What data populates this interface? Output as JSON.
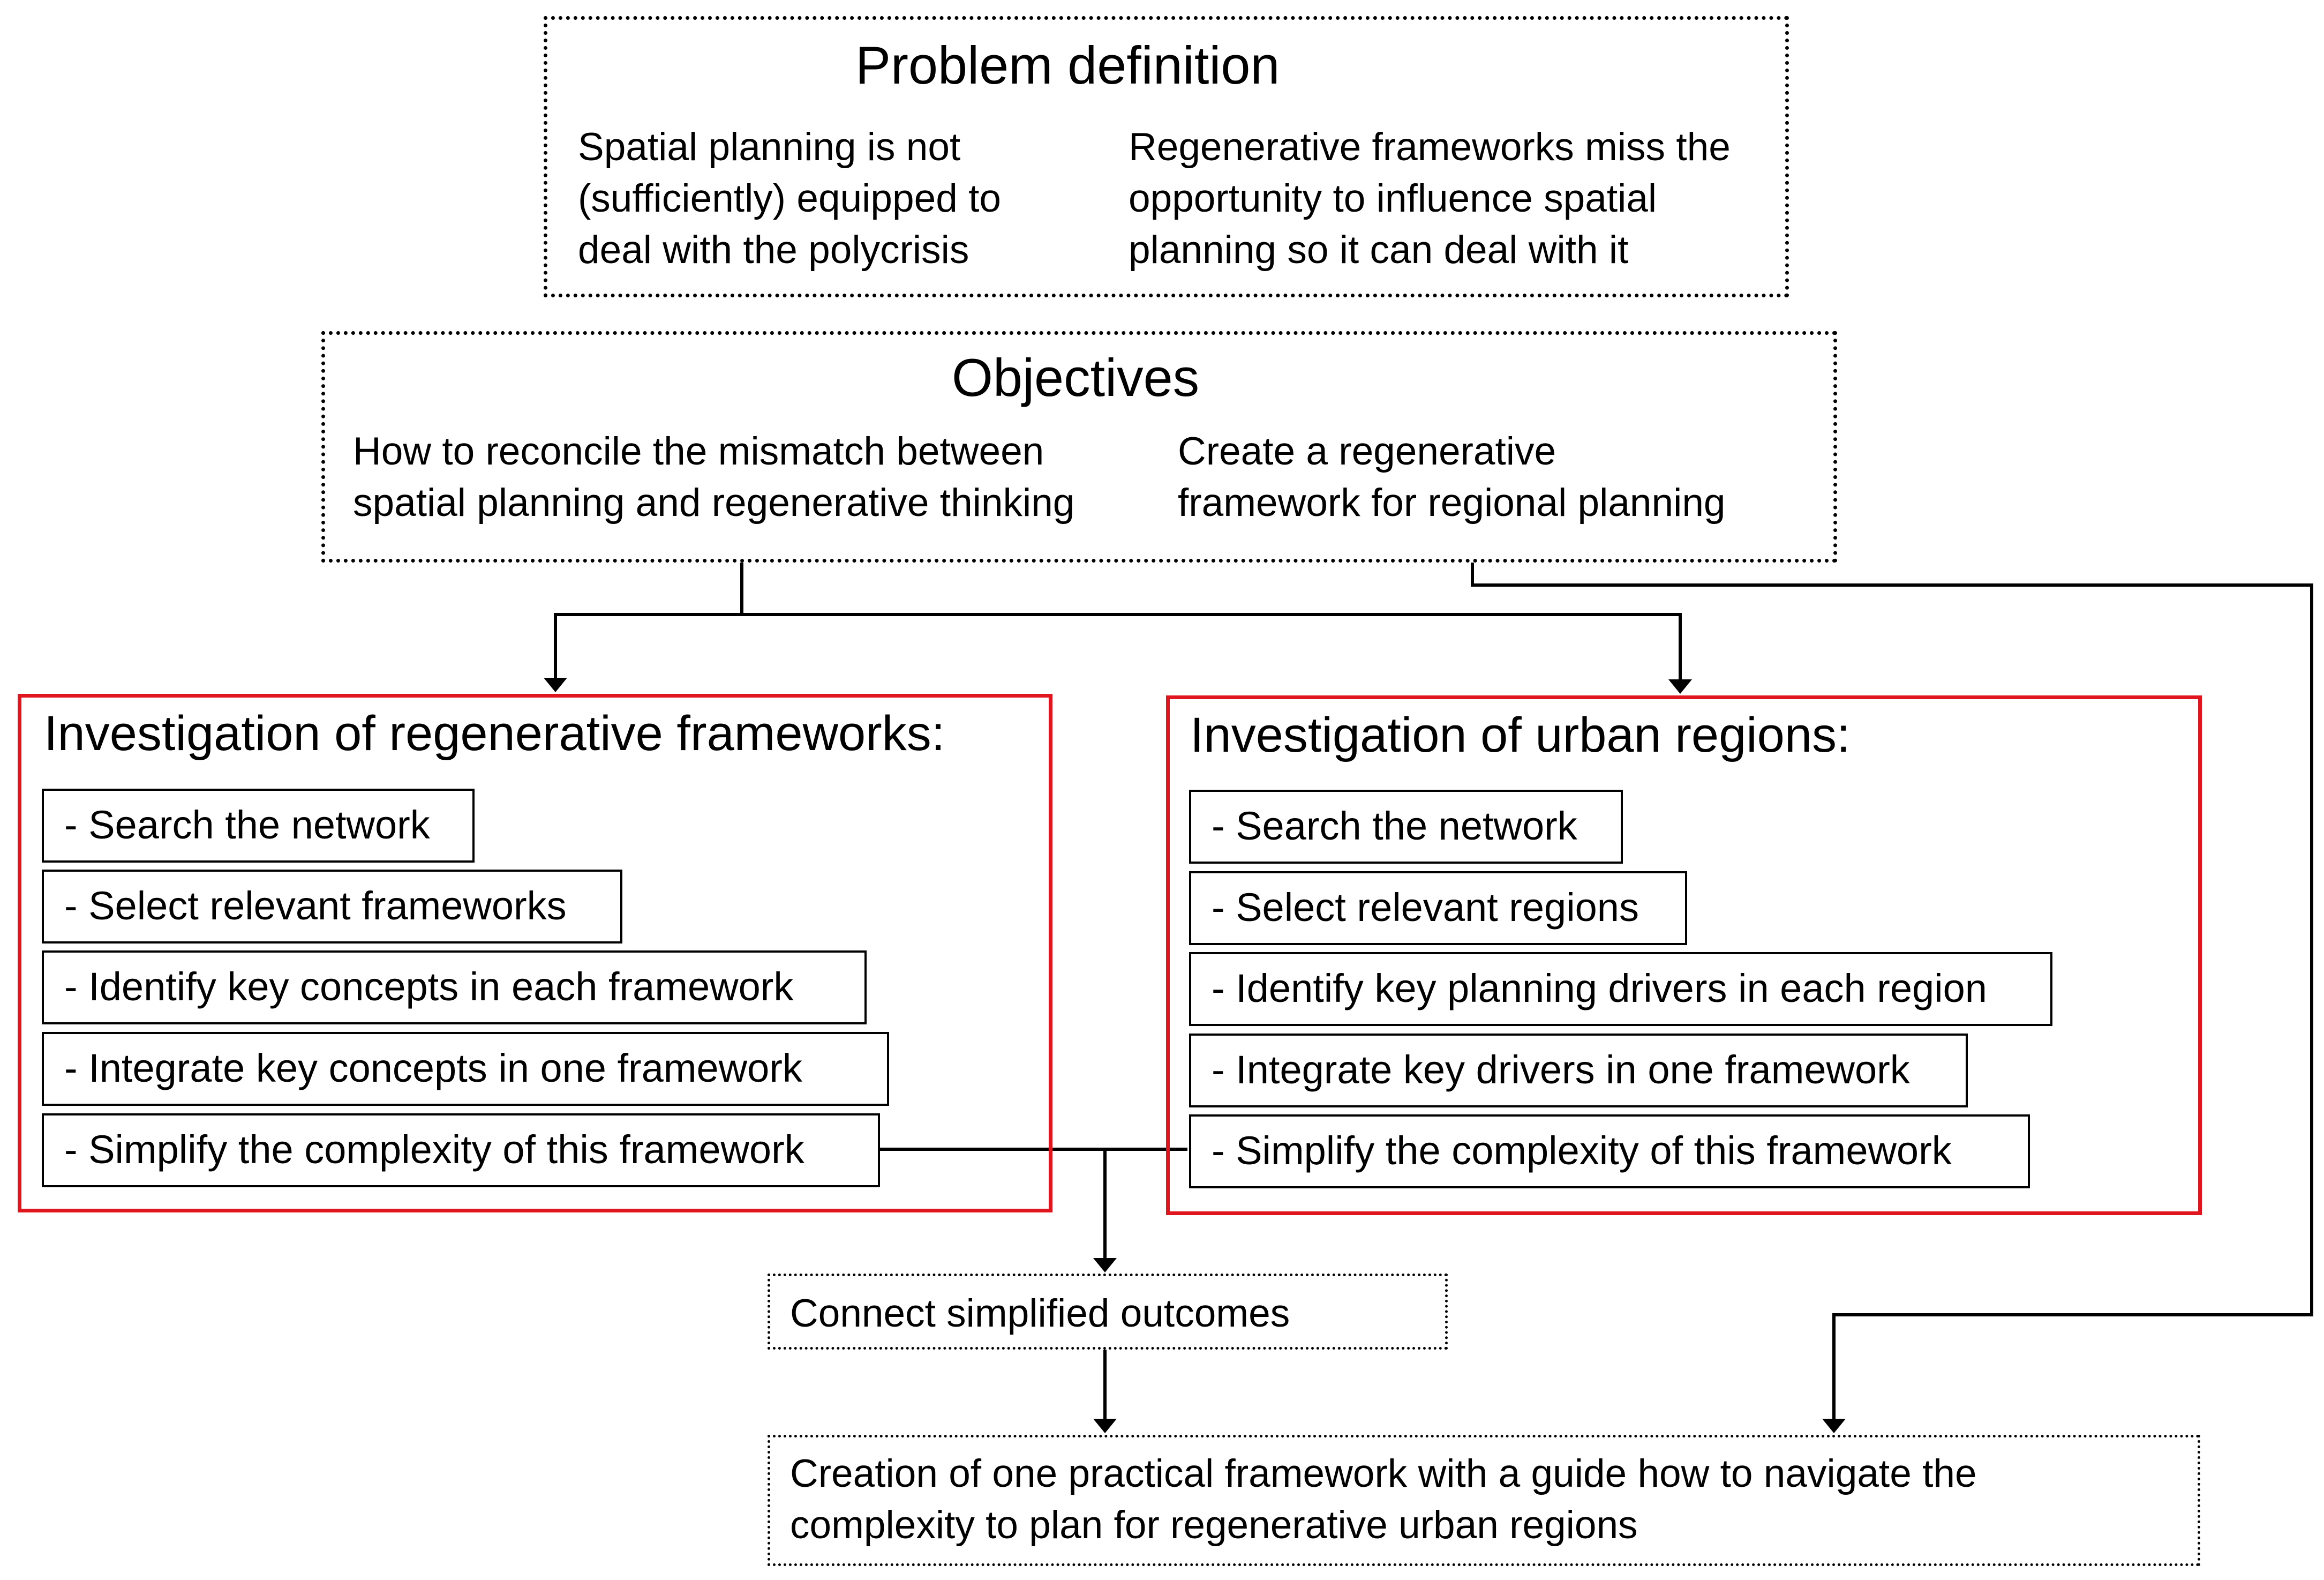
{
  "problem": {
    "title": "Problem definition",
    "left_lines": [
      "Spatial planning is not",
      "(sufficiently) equipped to",
      "deal with the polycrisis"
    ],
    "right_lines": [
      "Regenerative frameworks miss the",
      "opportunity to influence spatial",
      "planning so it can deal with it"
    ]
  },
  "objectives": {
    "title": "Objectives",
    "left_lines": [
      "How to reconcile the mismatch between",
      "spatial planning and regenerative thinking"
    ],
    "right_lines": [
      "Create a regenerative",
      "framework for regional planning"
    ]
  },
  "frameworks": {
    "title": "Investigation of regenerative frameworks:",
    "steps": [
      "- Search the network",
      "- Select relevant frameworks",
      "- Identify key concepts in each framework",
      "- Integrate key concepts in one framework",
      "- Simplify the complexity of this framework"
    ]
  },
  "regions": {
    "title": "Investigation of urban regions:",
    "steps": [
      "- Search the network",
      "- Select relevant regions",
      "- Identify key planning drivers in each region",
      "- Integrate key drivers in one framework",
      "- Simplify the complexity of this framework"
    ]
  },
  "connect": {
    "label": "Connect simplified outcomes"
  },
  "creation": {
    "lines": [
      "Creation of one practical framework with a guide how to navigate the",
      "complexity to plan for regenerative urban regions"
    ]
  },
  "colors": {
    "section_border": "#e0151d",
    "line": "#000000"
  }
}
